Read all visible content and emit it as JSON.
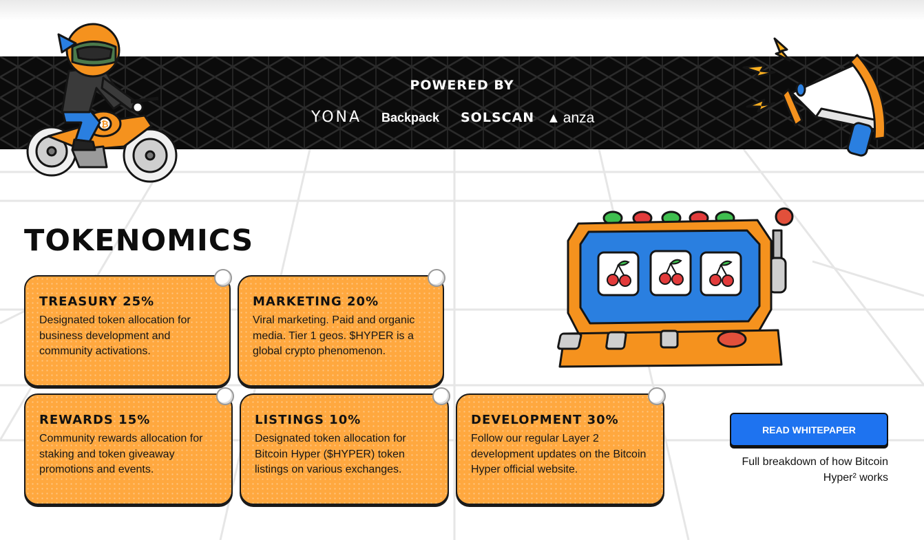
{
  "banner": {
    "powered_by": "POWERED BY",
    "partners": [
      "YONA",
      "Backpack",
      "SOLSCAN",
      "anza"
    ]
  },
  "tokenomics": {
    "title": "TOKENOMICS",
    "cards": [
      {
        "title": "TREASURY 25%",
        "text": "Designated token allocation for business development and community activations."
      },
      {
        "title": "MARKETING 20%",
        "text": "Viral marketing. Paid and organic media. Tier 1 geos. $HYPER is a global crypto phenomenon."
      },
      {
        "title": "REWARDS 15%",
        "text": "Community rewards allocation for staking and token giveaway promotions and events."
      },
      {
        "title": "LISTINGS 10%",
        "text": "Designated token allocation for Bitcoin Hyper ($HYPER) token listings on various exchanges."
      },
      {
        "title": "DEVELOPMENT 30%",
        "text": "Follow our regular Layer 2 development updates on the Bitcoin Hyper official website."
      }
    ]
  },
  "cta": {
    "button_label": "READ WHITEPAPER",
    "note": "Full breakdown of how Bitcoin Hyper² works"
  },
  "colors": {
    "card": "#ffa83f",
    "accent_blue": "#1e73f0",
    "banner": "#0b0b0b"
  },
  "icons": [
    "bitcoin-rider-illustration",
    "megaphone-illustration",
    "slot-machine-illustration",
    "cherry-icon"
  ]
}
